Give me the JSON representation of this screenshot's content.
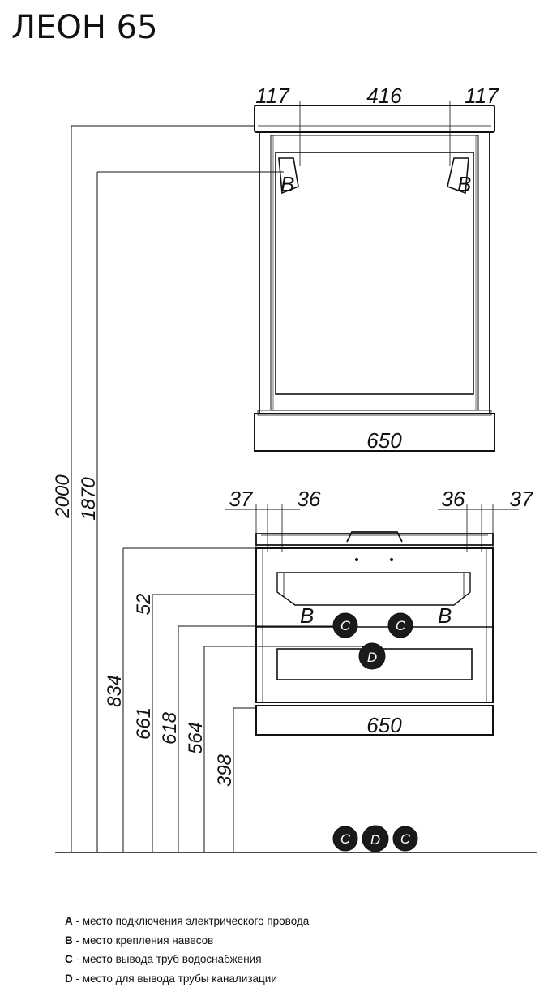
{
  "title": "ЛЕОН 65",
  "mirror": {
    "top_dims": [
      "117",
      "416",
      "117"
    ],
    "width": "650",
    "mount_label": "B"
  },
  "cabinet": {
    "top_dims": [
      "37",
      "36",
      "36",
      "37"
    ],
    "width": "650",
    "mount_label": "B",
    "water_label": "C",
    "drain_label": "D"
  },
  "heights": [
    "2000",
    "1870",
    "834",
    "52",
    "661",
    "618",
    "564",
    "398"
  ],
  "floor_labels": [
    "C",
    "D",
    "C"
  ],
  "legend": [
    {
      "letter": "A",
      "text": " - место подключения электрического провода"
    },
    {
      "letter": "B",
      "text": " - место крепления навесов"
    },
    {
      "letter": "C",
      "text": " - место вывода труб водоснабжения"
    },
    {
      "letter": "D",
      "text": " - место для вывода трубы канализации"
    }
  ]
}
